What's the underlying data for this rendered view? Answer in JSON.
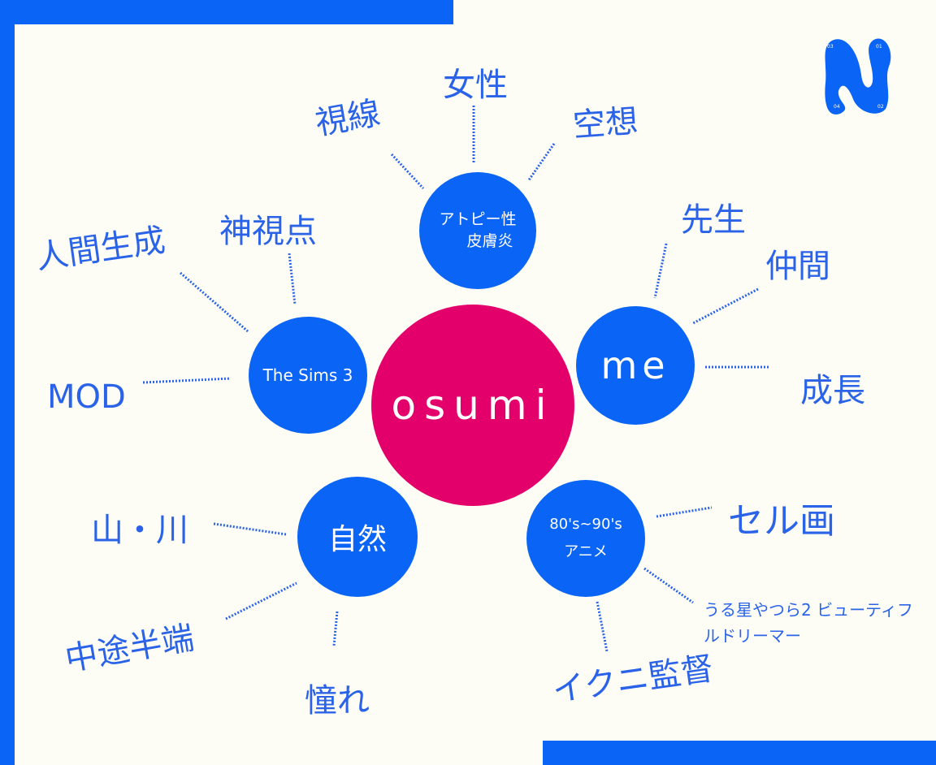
{
  "colors": {
    "accent": "#0a64f5",
    "center": "#e4006a",
    "background": "#fdfdf6",
    "text": "#2a63e8"
  },
  "logo": {
    "numbers": [
      "01",
      "02",
      "03",
      "04"
    ]
  },
  "center": {
    "label": "osumi"
  },
  "branches": [
    {
      "id": "atopy",
      "label_line1": "アトピー性",
      "label_line2": "皮膚炎",
      "children": [
        "視線",
        "女性",
        "空想"
      ]
    },
    {
      "id": "me",
      "label": "me",
      "children": [
        "先生",
        "仲間",
        "成長"
      ]
    },
    {
      "id": "anime",
      "label_line1": "80's~90's",
      "label_line2": "アニメ",
      "children": [
        "セル画",
        "うる星やつら2 ビューティフルドリーマー",
        "イクニ監督"
      ]
    },
    {
      "id": "nature",
      "label": "自然",
      "children": [
        "山・川",
        "中途半端",
        "憧れ"
      ]
    },
    {
      "id": "sims",
      "label": "The Sims 3",
      "children": [
        "人間生成",
        "神視点",
        "MOD"
      ]
    }
  ]
}
